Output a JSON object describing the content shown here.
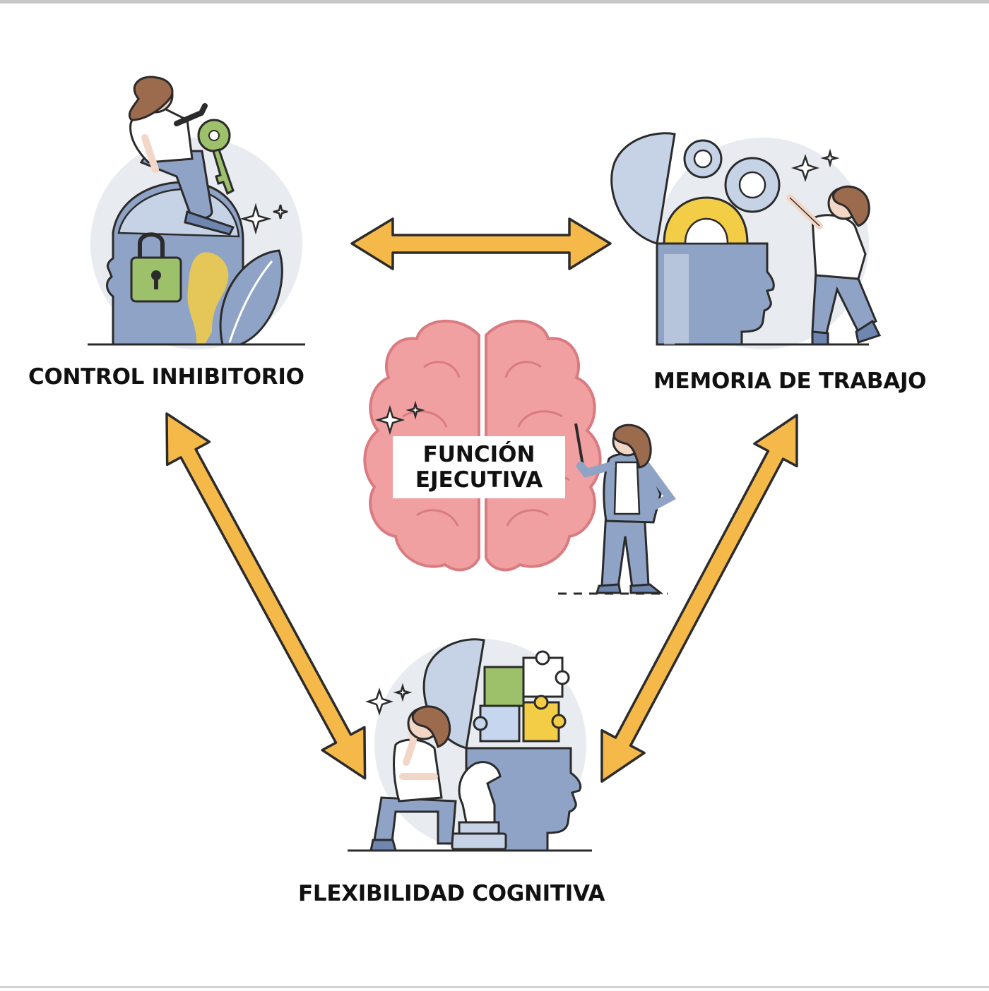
{
  "center": {
    "line1": "FUNCIÓN",
    "line2": "EJECUTIVA"
  },
  "nodes": {
    "control_inhibitorio": "CONTROL INHIBITORIO",
    "memoria_de_trabajo": "MEMORIA DE TRABAJO",
    "flexibilidad_cognitiva": "FLEXIBILIDAD COGNITIVA"
  },
  "edges": [
    {
      "from": "control_inhibitorio",
      "to": "memoria_de_trabajo",
      "type": "bidirectional"
    },
    {
      "from": "control_inhibitorio",
      "to": "flexibilidad_cognitiva",
      "type": "bidirectional"
    },
    {
      "from": "memoria_de_trabajo",
      "to": "flexibilidad_cognitiva",
      "type": "bidirectional"
    }
  ],
  "colors": {
    "arrow_fill": "#F5B94A",
    "arrow_stroke": "#2B2B2B",
    "head": "#8FA3C6",
    "head_dark": "#6F86B0",
    "brain": "#F0A0A0",
    "brain_line": "#D97B80",
    "backdrop_circle": "#E8EBEF",
    "lock_green": "#9DC06B",
    "gear_yellow": "#F3CD45",
    "puzzle_yellow": "#F3CD45",
    "puzzle_green": "#9DC06B",
    "puzzle_blue": "#C6D6EE",
    "skin": "#F2D7C6",
    "hair": "#9C6B4E",
    "shirt": "#FFFFFF",
    "pants": "#8FA3C6"
  },
  "icons": [
    "padlock-icon",
    "key-icon",
    "gear-icon",
    "puzzle-icon",
    "chess-knight-icon",
    "sparkle-icon",
    "brain-icon",
    "pointer-stick-icon"
  ]
}
